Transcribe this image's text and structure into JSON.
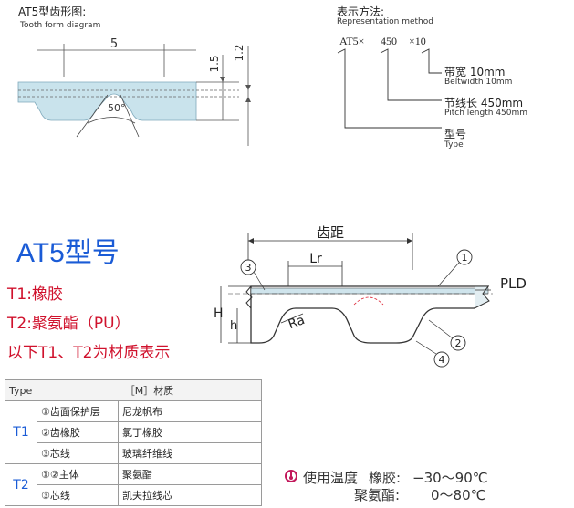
{
  "tooth_form": {
    "title_cn": "AT5型齿形图:",
    "title_en": "Tooth form diagram",
    "dim_pitch": "5",
    "dim_a": "1.5",
    "dim_b": "1.2",
    "angle": "50°"
  },
  "representation": {
    "title_cn": "表示方法:",
    "title_en": "Representation method",
    "code_a": "AT5×",
    "code_b": "450",
    "code_c": "×10",
    "belt_cn": "带宽 10mm",
    "belt_en": "Beltwidth 10mm",
    "pitch_cn": "节线长 450mm",
    "pitch_en": "Pitch length 450mm",
    "type_cn": "型号",
    "type_en": "Type"
  },
  "model_title": "AT5型号",
  "notes": [
    "T1:橡胶",
    "T2:聚氨酯（PU）",
    "以下T1、T2为材质表示"
  ],
  "profile": {
    "tooth_distance": "齿距",
    "lr": "Lr",
    "ra": "Ra",
    "h_big": "H",
    "h_small": "h",
    "pld": "PLD",
    "callouts": [
      "1",
      "2",
      "3",
      "4"
    ]
  },
  "table": {
    "header_type": "Type",
    "header_material": "［M］材质",
    "groups": [
      {
        "type": "T1",
        "rows": [
          {
            "part": "①齿面保护层",
            "material": "尼龙帆布"
          },
          {
            "part": "②齿橡胶",
            "material": "氯丁橡胶"
          },
          {
            "part": "③芯线",
            "material": "玻璃纤维线"
          }
        ]
      },
      {
        "type": "T2",
        "rows": [
          {
            "part": "①②主体",
            "material": "聚氨酯"
          },
          {
            "part": "③芯线",
            "material": "凯夫拉线芯"
          }
        ]
      }
    ]
  },
  "temperature": {
    "label": "使用温度",
    "rubber_label": "橡胶:",
    "rubber_range": "−30〜90℃",
    "pu_label": "聚氨酯:",
    "pu_range": "0〜80℃"
  },
  "colors": {
    "accent_blue": "#1a5bd6",
    "note_red": "#d0122d",
    "belt_fill": "#c9e3ec",
    "temp_icon": "#c2185b"
  }
}
